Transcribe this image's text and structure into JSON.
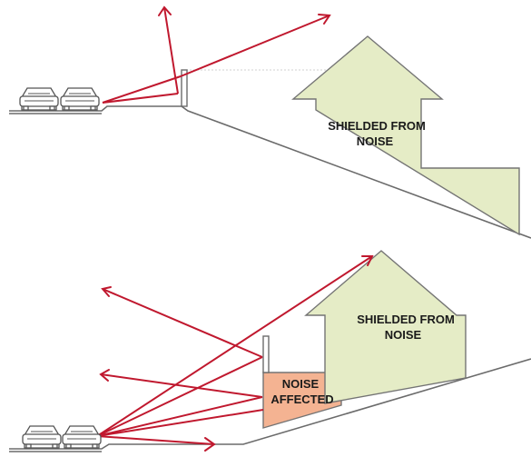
{
  "top_scene": {
    "house_label_line1": "SHIELDED FROM",
    "house_label_line2": "NOISE"
  },
  "bottom_scene": {
    "house_label_line1": "SHIELDED FROM",
    "house_label_line2": "NOISE",
    "affected_label_line1": "NOISE",
    "affected_label_line2": "AFFECTED"
  },
  "colors": {
    "noise_ray": "#c0182e",
    "shielded_fill": "#e5ecc6",
    "affected_fill": "#f4b392",
    "outline": "#747474"
  }
}
